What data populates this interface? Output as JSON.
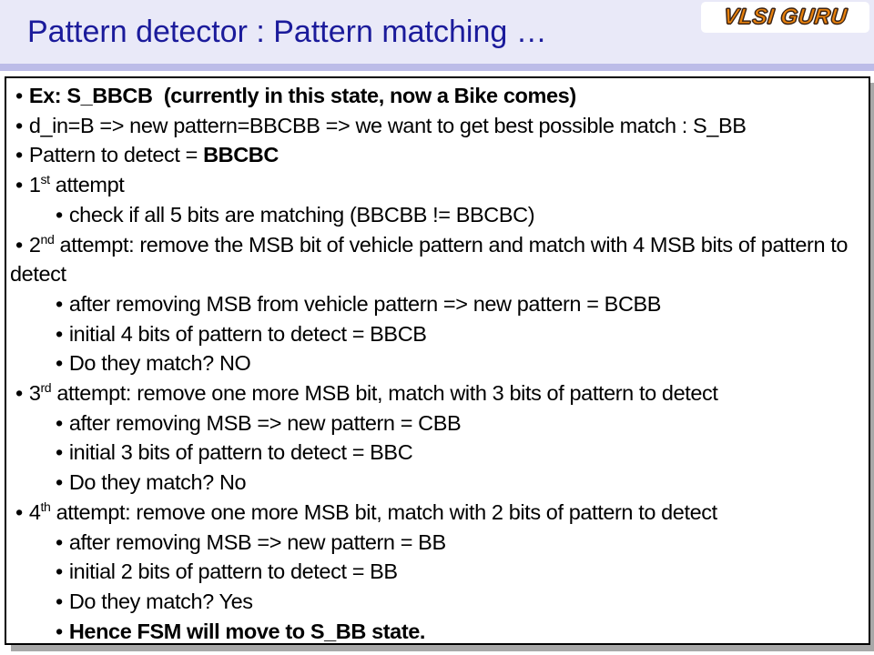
{
  "header": {
    "title": "Pattern detector : Pattern matching …",
    "logo_text": "VLSI GURU"
  },
  "colors": {
    "header_bg": "#E9E9F8",
    "divider": "#BCBCE8",
    "title_text": "#1B1B9B",
    "logo_bg": "#FFFFFF",
    "logo_orange": "#E8820E",
    "logo_outline": "#3B2314",
    "body_text": "#000000",
    "box_border": "#000000",
    "box_shadow": "#A8A8A8",
    "page_bg": "#FFFFFF"
  },
  "content": {
    "bullet_marker": "•",
    "bullets": [
      {
        "level": 1,
        "segments": [
          {
            "text": "Ex: S_BBCB  (currently in this state, now a Bike comes)",
            "bold": true
          }
        ]
      },
      {
        "level": 1,
        "segments": [
          {
            "text": "d_in=B => new pattern=BBCBB => we want to get best possible match : S_BB"
          }
        ]
      },
      {
        "level": 1,
        "segments": [
          {
            "text": "Pattern to detect = "
          },
          {
            "text": "BBCBC",
            "bold": true
          }
        ]
      },
      {
        "level": 1,
        "segments": [
          {
            "text": "1"
          },
          {
            "text": "st",
            "sup": true
          },
          {
            "text": " attempt"
          }
        ]
      },
      {
        "level": 2,
        "segments": [
          {
            "text": "check if all 5 bits are matching (BBCBB != BBCBC)"
          }
        ]
      },
      {
        "level": 1,
        "segments": [
          {
            "text": "2"
          },
          {
            "text": "nd",
            "sup": true
          },
          {
            "text": " attempt: remove the MSB bit of vehicle pattern and match with 4 MSB bits of pattern to detect"
          }
        ]
      },
      {
        "level": 2,
        "segments": [
          {
            "text": "after removing MSB from vehicle pattern => new pattern = BCBB"
          }
        ]
      },
      {
        "level": 2,
        "segments": [
          {
            "text": "initial 4 bits of pattern to detect = BBCB"
          }
        ]
      },
      {
        "level": 2,
        "segments": [
          {
            "text": "Do they match? NO"
          }
        ]
      },
      {
        "level": 1,
        "segments": [
          {
            "text": "3"
          },
          {
            "text": "rd",
            "sup": true
          },
          {
            "text": " attempt: remove one more MSB bit, match with 3 bits of pattern to detect"
          }
        ]
      },
      {
        "level": 2,
        "segments": [
          {
            "text": "after removing MSB => new pattern = CBB"
          }
        ]
      },
      {
        "level": 2,
        "segments": [
          {
            "text": "initial 3 bits of pattern to detect = BBC"
          }
        ]
      },
      {
        "level": 2,
        "segments": [
          {
            "text": "Do they match? No"
          }
        ]
      },
      {
        "level": 1,
        "segments": [
          {
            "text": "4"
          },
          {
            "text": "th",
            "sup": true
          },
          {
            "text": " attempt: remove one more MSB bit, match with 2 bits of pattern to detect"
          }
        ]
      },
      {
        "level": 2,
        "segments": [
          {
            "text": "after removing MSB => new pattern = BB"
          }
        ]
      },
      {
        "level": 2,
        "segments": [
          {
            "text": "initial 2 bits of pattern to detect = BB"
          }
        ]
      },
      {
        "level": 2,
        "segments": [
          {
            "text": "Do they match? Yes"
          }
        ]
      },
      {
        "level": 2,
        "segments": [
          {
            "text": "Hence FSM will move to S_BB state.",
            "bold": true
          }
        ]
      }
    ]
  }
}
